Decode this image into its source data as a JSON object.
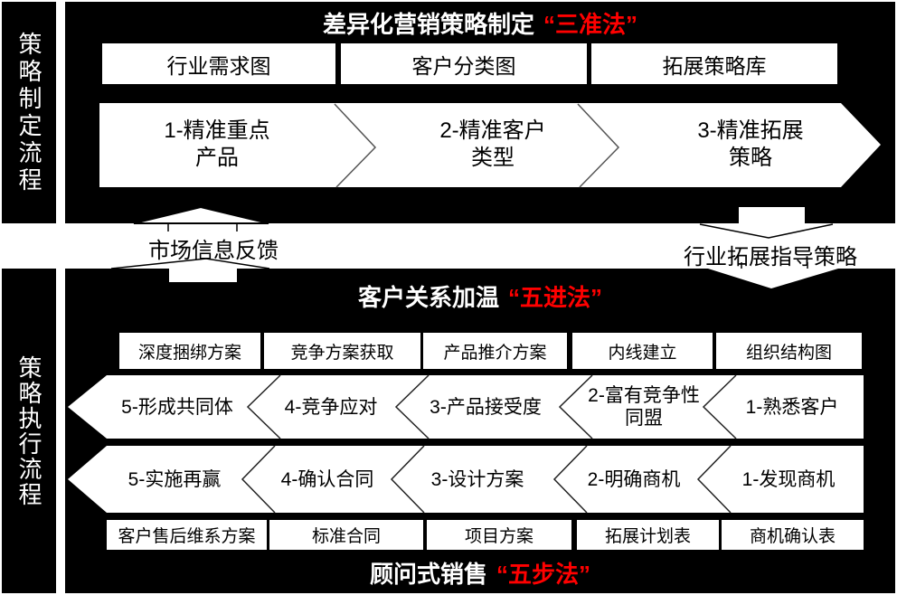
{
  "colors": {
    "panel_bg": "#000000",
    "box_bg": "#ffffff",
    "accent_red": "#ff0000",
    "text_light": "#ffffff",
    "text_dark": "#000000"
  },
  "left_rail": {
    "top_label": "策略制定流程",
    "bottom_label": "策略执行流程"
  },
  "top_section": {
    "title": "差异化营销策略制定",
    "title_highlight": "“三准法”",
    "boxes": [
      "行业需求图",
      "客户分类图",
      "拓展策略库"
    ],
    "arrow_steps": [
      "1-精准重点\n产品",
      "2-精准客户\n类型",
      "3-精准拓展\n策略"
    ]
  },
  "connectors": {
    "feedback_label": "市场信息反馈",
    "guide_label": "行业拓展指导策略"
  },
  "bottom_section": {
    "title": "客户关系加温",
    "title_highlight": "“五进法”",
    "top_boxes": [
      "深度捆绑方案",
      "竞争方案获取",
      "产品推介方案",
      "内线建立",
      "组织结构图"
    ],
    "warm_steps": [
      "5-形成共同体",
      "4-竞争应对",
      "3-产品接受度",
      "2-富有竞争性\n同盟",
      "1-熟悉客户"
    ],
    "sale_steps": [
      "5-实施再赢",
      "4-确认合同",
      "3-设计方案",
      "2-明确商机",
      "1-发现商机"
    ],
    "bottom_boxes": [
      "客户售后维系方案",
      "标准合同",
      "项目方案",
      "拓展计划表",
      "商机确认表"
    ],
    "footer_title": "顾问式销售",
    "footer_highlight": "“五步法”"
  }
}
